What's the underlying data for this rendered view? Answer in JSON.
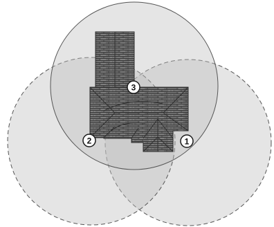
{
  "colors": {
    "background": "#ffffff",
    "coverage_fill": "#bfbfbf",
    "coverage_stroke": "#555555",
    "roof_fill": "#6e6e6e",
    "roof_line": "#3a3a3a",
    "roof_light": "#a8a8a8",
    "marker_fill": "#ffffff",
    "marker_stroke": "#1a1a1a",
    "marker_text": "#111111"
  },
  "coverage_zones": [
    {
      "id": "zone-1",
      "border": "dashed"
    },
    {
      "id": "zone-2",
      "border": "dashed"
    },
    {
      "id": "zone-3",
      "border": "solid"
    }
  ],
  "markers": [
    {
      "id": "marker-1",
      "label": "1"
    },
    {
      "id": "marker-2",
      "label": "2"
    },
    {
      "id": "marker-3",
      "label": "3"
    }
  ]
}
